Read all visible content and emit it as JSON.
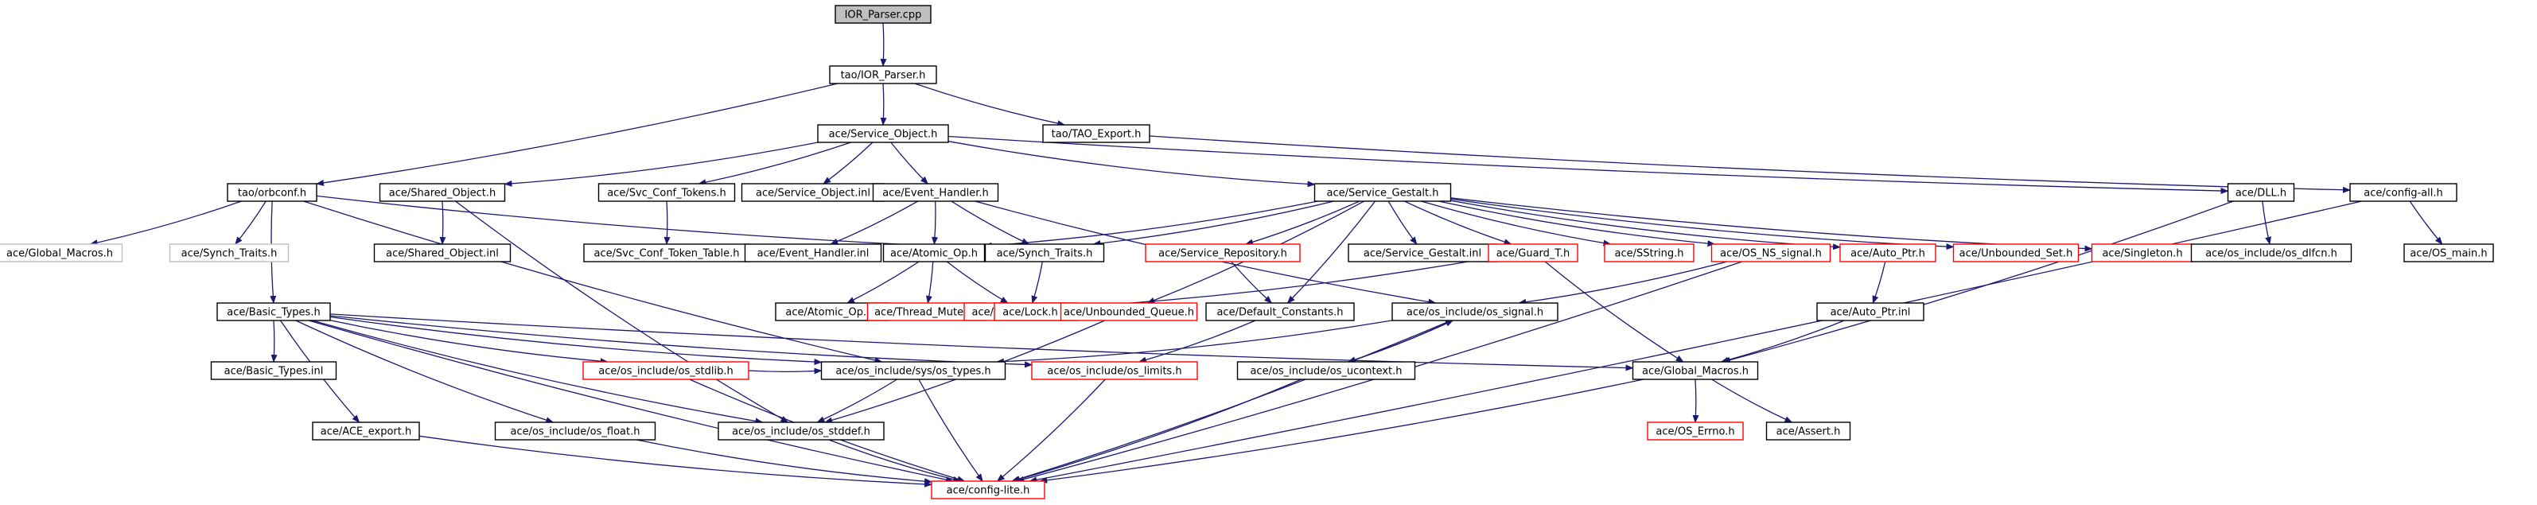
{
  "graph": {
    "colors": {
      "edge": "#191970",
      "root_fill": "#bfbfbf",
      "root_border": "#000000",
      "normal_border": "#000000",
      "missing_border": "#bfbfbf",
      "truncated_border": "#ff0000",
      "fill": "#ffffff"
    },
    "nodes": [
      {
        "id": "ior_parser_cpp",
        "label": "IOR_Parser.cpp",
        "kind": "root"
      },
      {
        "id": "tao_ior_parser_h",
        "label": "tao/IOR_Parser.h",
        "kind": "normal"
      },
      {
        "id": "ace_service_object_h",
        "label": "ace/Service_Object.h",
        "kind": "normal"
      },
      {
        "id": "tao_tao_export_h",
        "label": "tao/TAO_Export.h",
        "kind": "normal"
      },
      {
        "id": "tao_orbconf_h",
        "label": "tao/orbconf.h",
        "kind": "normal"
      },
      {
        "id": "ace_shared_object_h",
        "label": "ace/Shared_Object.h",
        "kind": "normal"
      },
      {
        "id": "ace_svc_conf_tokens_h",
        "label": "ace/Svc_Conf_Tokens.h",
        "kind": "normal"
      },
      {
        "id": "ace_service_object_inl",
        "label": "ace/Service_Object.inl",
        "kind": "normal"
      },
      {
        "id": "ace_event_handler_h",
        "label": "ace/Event_Handler.h",
        "kind": "normal"
      },
      {
        "id": "ace_service_gestalt_h",
        "label": "ace/Service_Gestalt.h",
        "kind": "normal"
      },
      {
        "id": "ace_dll_h",
        "label": "ace/DLL.h",
        "kind": "normal"
      },
      {
        "id": "ace_config_all_h",
        "label": "ace/config-all.h",
        "kind": "normal"
      },
      {
        "id": "ace_global_macros_h_missing",
        "label": "ace/Global_Macros.h",
        "kind": "missing"
      },
      {
        "id": "ace_synch_traits_h_missing",
        "label": "ace/Synch_Traits.h",
        "kind": "missing"
      },
      {
        "id": "ace_shared_object_inl",
        "label": "ace/Shared_Object.inl",
        "kind": "normal"
      },
      {
        "id": "ace_svc_conf_token_table_h",
        "label": "ace/Svc_Conf_Token_Table.h",
        "kind": "normal"
      },
      {
        "id": "ace_event_handler_inl",
        "label": "ace/Event_Handler.inl",
        "kind": "normal"
      },
      {
        "id": "ace_atomic_op_h",
        "label": "ace/Atomic_Op.h",
        "kind": "normal"
      },
      {
        "id": "ace_synch_traits_h",
        "label": "ace/Synch_Traits.h",
        "kind": "normal"
      },
      {
        "id": "ace_service_repository_h",
        "label": "ace/Service_Repository.h",
        "kind": "truncated"
      },
      {
        "id": "ace_service_gestalt_inl",
        "label": "ace/Service_Gestalt.inl",
        "kind": "normal"
      },
      {
        "id": "ace_guard_t_h",
        "label": "ace/Guard_T.h",
        "kind": "truncated"
      },
      {
        "id": "ace_sstring_h",
        "label": "ace/SString.h",
        "kind": "truncated"
      },
      {
        "id": "ace_os_ns_signal_h",
        "label": "ace/OS_NS_signal.h",
        "kind": "truncated"
      },
      {
        "id": "ace_auto_ptr_h",
        "label": "ace/Auto_Ptr.h",
        "kind": "truncated"
      },
      {
        "id": "ace_unbounded_set_h",
        "label": "ace/Unbounded_Set.h",
        "kind": "truncated"
      },
      {
        "id": "ace_singleton_h",
        "label": "ace/Singleton.h",
        "kind": "truncated"
      },
      {
        "id": "ace_os_include_os_dlfcn_h",
        "label": "ace/os_include/os_dlfcn.h",
        "kind": "normal"
      },
      {
        "id": "ace_os_main_h",
        "label": "ace/OS_main.h",
        "kind": "normal"
      },
      {
        "id": "ace_basic_types_h",
        "label": "ace/Basic_Types.h",
        "kind": "normal"
      },
      {
        "id": "ace_atomic_op_inl",
        "label": "ace/Atomic_Op.inl",
        "kind": "normal"
      },
      {
        "id": "ace_thread_mutex_h",
        "label": "ace/Thread_Mutex.h",
        "kind": "truncated"
      },
      {
        "id": "ace_atomic_op_t_h",
        "label": "ace/Atomic_Op_T.h",
        "kind": "truncated"
      },
      {
        "id": "ace_lock_h",
        "label": "ace/Lock.h",
        "kind": "truncated"
      },
      {
        "id": "ace_unbounded_queue_h",
        "label": "ace/Unbounded_Queue.h",
        "kind": "truncated"
      },
      {
        "id": "ace_default_constants_h",
        "label": "ace/Default_Constants.h",
        "kind": "normal"
      },
      {
        "id": "ace_os_include_os_signal_h",
        "label": "ace/os_include/os_signal.h",
        "kind": "normal"
      },
      {
        "id": "ace_auto_ptr_inl",
        "label": "ace/Auto_Ptr.inl",
        "kind": "normal"
      },
      {
        "id": "ace_basic_types_inl",
        "label": "ace/Basic_Types.inl",
        "kind": "normal"
      },
      {
        "id": "ace_os_include_os_stdlib_h",
        "label": "ace/os_include/os_stdlib.h",
        "kind": "truncated"
      },
      {
        "id": "ace_os_include_sys_os_types_h",
        "label": "ace/os_include/sys/os_types.h",
        "kind": "normal"
      },
      {
        "id": "ace_os_include_os_limits_h",
        "label": "ace/os_include/os_limits.h",
        "kind": "truncated"
      },
      {
        "id": "ace_os_include_os_ucontext_h",
        "label": "ace/os_include/os_ucontext.h",
        "kind": "normal"
      },
      {
        "id": "ace_global_macros_h",
        "label": "ace/Global_Macros.h",
        "kind": "normal"
      },
      {
        "id": "ace_ace_export_h",
        "label": "ace/ACE_export.h",
        "kind": "normal"
      },
      {
        "id": "ace_os_include_os_float_h",
        "label": "ace/os_include/os_float.h",
        "kind": "normal"
      },
      {
        "id": "ace_os_include_os_stddef_h",
        "label": "ace/os_include/os_stddef.h",
        "kind": "normal"
      },
      {
        "id": "ace_os_errno_h",
        "label": "ace/OS_Errno.h",
        "kind": "truncated"
      },
      {
        "id": "ace_assert_h",
        "label": "ace/Assert.h",
        "kind": "normal"
      },
      {
        "id": "ace_config_lite_h",
        "label": "ace/config-lite.h",
        "kind": "truncated"
      }
    ],
    "edges": [
      [
        "ior_parser_cpp",
        "tao_ior_parser_h"
      ],
      [
        "tao_ior_parser_h",
        "ace_service_object_h"
      ],
      [
        "tao_ior_parser_h",
        "tao_tao_export_h"
      ],
      [
        "tao_ior_parser_h",
        "tao_orbconf_h"
      ],
      [
        "tao_tao_export_h",
        "ace_config_all_h"
      ],
      [
        "ace_service_object_h",
        "ace_shared_object_h"
      ],
      [
        "ace_service_object_h",
        "ace_svc_conf_tokens_h"
      ],
      [
        "ace_service_object_h",
        "ace_service_object_inl"
      ],
      [
        "ace_service_object_h",
        "ace_event_handler_h"
      ],
      [
        "ace_service_object_h",
        "ace_service_gestalt_h"
      ],
      [
        "ace_service_object_h",
        "ace_dll_h"
      ],
      [
        "tao_orbconf_h",
        "ace_global_macros_h_missing"
      ],
      [
        "tao_orbconf_h",
        "ace_synch_traits_h_missing"
      ],
      [
        "tao_orbconf_h",
        "ace_basic_types_h"
      ],
      [
        "tao_orbconf_h",
        "ace_synch_traits_h"
      ],
      [
        "tao_orbconf_h",
        "ace_os_include_sys_os_types_h"
      ],
      [
        "ace_shared_object_h",
        "ace_shared_object_inl"
      ],
      [
        "ace_shared_object_h",
        "ace_os_include_os_stddef_h"
      ],
      [
        "ace_svc_conf_tokens_h",
        "ace_svc_conf_token_table_h"
      ],
      [
        "ace_event_handler_h",
        "ace_event_handler_inl"
      ],
      [
        "ace_event_handler_h",
        "ace_atomic_op_h"
      ],
      [
        "ace_event_handler_h",
        "ace_synch_traits_h"
      ],
      [
        "ace_event_handler_h",
        "ace_os_include_os_signal_h"
      ],
      [
        "ace_service_gestalt_h",
        "ace_atomic_op_h"
      ],
      [
        "ace_service_gestalt_h",
        "ace_synch_traits_h"
      ],
      [
        "ace_service_gestalt_h",
        "ace_service_repository_h"
      ],
      [
        "ace_service_gestalt_h",
        "ace_service_gestalt_inl"
      ],
      [
        "ace_service_gestalt_h",
        "ace_guard_t_h"
      ],
      [
        "ace_service_gestalt_h",
        "ace_sstring_h"
      ],
      [
        "ace_service_gestalt_h",
        "ace_os_ns_signal_h"
      ],
      [
        "ace_service_gestalt_h",
        "ace_auto_ptr_h"
      ],
      [
        "ace_service_gestalt_h",
        "ace_unbounded_set_h"
      ],
      [
        "ace_service_gestalt_h",
        "ace_singleton_h"
      ],
      [
        "ace_service_gestalt_h",
        "ace_unbounded_queue_h"
      ],
      [
        "ace_service_gestalt_h",
        "ace_default_constants_h"
      ],
      [
        "ace_dll_h",
        "ace_os_include_os_dlfcn_h"
      ],
      [
        "ace_dll_h",
        "ace_global_macros_h"
      ],
      [
        "ace_config_all_h",
        "ace_os_main_h"
      ],
      [
        "ace_config_all_h",
        "ace_config_lite_h"
      ],
      [
        "ace_atomic_op_h",
        "ace_atomic_op_inl"
      ],
      [
        "ace_atomic_op_h",
        "ace_thread_mutex_h"
      ],
      [
        "ace_atomic_op_h",
        "ace_atomic_op_t_h"
      ],
      [
        "ace_synch_traits_h",
        "ace_lock_h"
      ],
      [
        "ace_guard_t_h",
        "ace_lock_h"
      ],
      [
        "ace_guard_t_h",
        "ace_global_macros_h"
      ],
      [
        "ace_service_repository_h",
        "ace_default_constants_h"
      ],
      [
        "ace_os_ns_signal_h",
        "ace_os_include_os_signal_h"
      ],
      [
        "ace_os_ns_signal_h",
        "ace_config_lite_h"
      ],
      [
        "ace_auto_ptr_h",
        "ace_auto_ptr_inl"
      ],
      [
        "ace_auto_ptr_inl",
        "ace_global_macros_h"
      ],
      [
        "ace_unbounded_queue_h",
        "ace_os_include_os_stddef_h"
      ],
      [
        "ace_default_constants_h",
        "ace_os_include_os_limits_h"
      ],
      [
        "ace_os_include_os_signal_h",
        "ace_os_include_sys_os_types_h"
      ],
      [
        "ace_os_include_os_signal_h",
        "ace_os_include_os_ucontext_h"
      ],
      [
        "ace_os_include_os_signal_h",
        "ace_config_lite_h"
      ],
      [
        "ace_os_include_os_ucontext_h",
        "ace_os_include_os_signal_h"
      ],
      [
        "ace_os_include_os_ucontext_h",
        "ace_config_lite_h"
      ],
      [
        "ace_basic_types_h",
        "ace_basic_types_inl"
      ],
      [
        "ace_basic_types_h",
        "ace_ace_export_h"
      ],
      [
        "ace_basic_types_h",
        "ace_os_include_os_float_h"
      ],
      [
        "ace_basic_types_h",
        "ace_os_include_os_stdlib_h"
      ],
      [
        "ace_basic_types_h",
        "ace_os_include_sys_os_types_h"
      ],
      [
        "ace_basic_types_h",
        "ace_os_include_os_stddef_h"
      ],
      [
        "ace_basic_types_h",
        "ace_global_macros_h"
      ],
      [
        "ace_basic_types_h",
        "ace_config_lite_h"
      ],
      [
        "ace_basic_types_h",
        "ace_os_include_os_limits_h"
      ],
      [
        "ace_os_include_os_stdlib_h",
        "ace_os_include_sys_os_types_h"
      ],
      [
        "ace_os_include_os_stdlib_h",
        "ace_config_lite_h"
      ],
      [
        "ace_os_include_sys_os_types_h",
        "ace_os_include_os_stddef_h"
      ],
      [
        "ace_os_include_sys_os_types_h",
        "ace_config_lite_h"
      ],
      [
        "ace_os_include_os_limits_h",
        "ace_config_lite_h"
      ],
      [
        "ace_global_macros_h",
        "ace_os_errno_h"
      ],
      [
        "ace_global_macros_h",
        "ace_assert_h"
      ],
      [
        "ace_global_macros_h",
        "ace_config_lite_h"
      ],
      [
        "ace_ace_export_h",
        "ace_config_lite_h"
      ],
      [
        "ace_os_include_os_float_h",
        "ace_config_lite_h"
      ],
      [
        "ace_os_include_os_stddef_h",
        "ace_config_lite_h"
      ]
    ]
  }
}
